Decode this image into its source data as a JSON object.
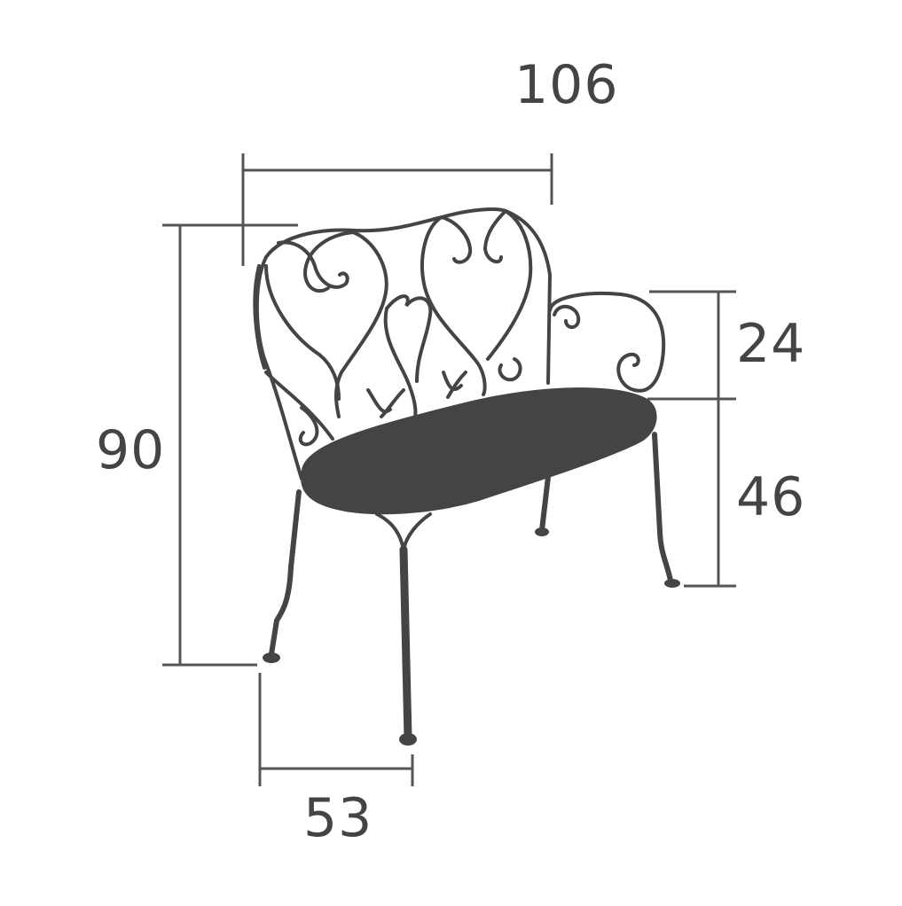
{
  "diagram": {
    "subject": "wrought-iron two-seater bench",
    "colors": {
      "ink": "#444446",
      "dimension_line": "#555557",
      "background": "#ffffff"
    },
    "dimensions": {
      "width": {
        "value": "106",
        "orientation": "horizontal",
        "position": "top"
      },
      "total_height": {
        "value": "90",
        "orientation": "vertical",
        "position": "left"
      },
      "armrest_height": {
        "value": "24",
        "orientation": "vertical",
        "position": "right-upper"
      },
      "seat_height": {
        "value": "46",
        "orientation": "vertical",
        "position": "right-lower"
      },
      "depth": {
        "value": "53",
        "orientation": "horizontal",
        "position": "bottom"
      }
    }
  }
}
